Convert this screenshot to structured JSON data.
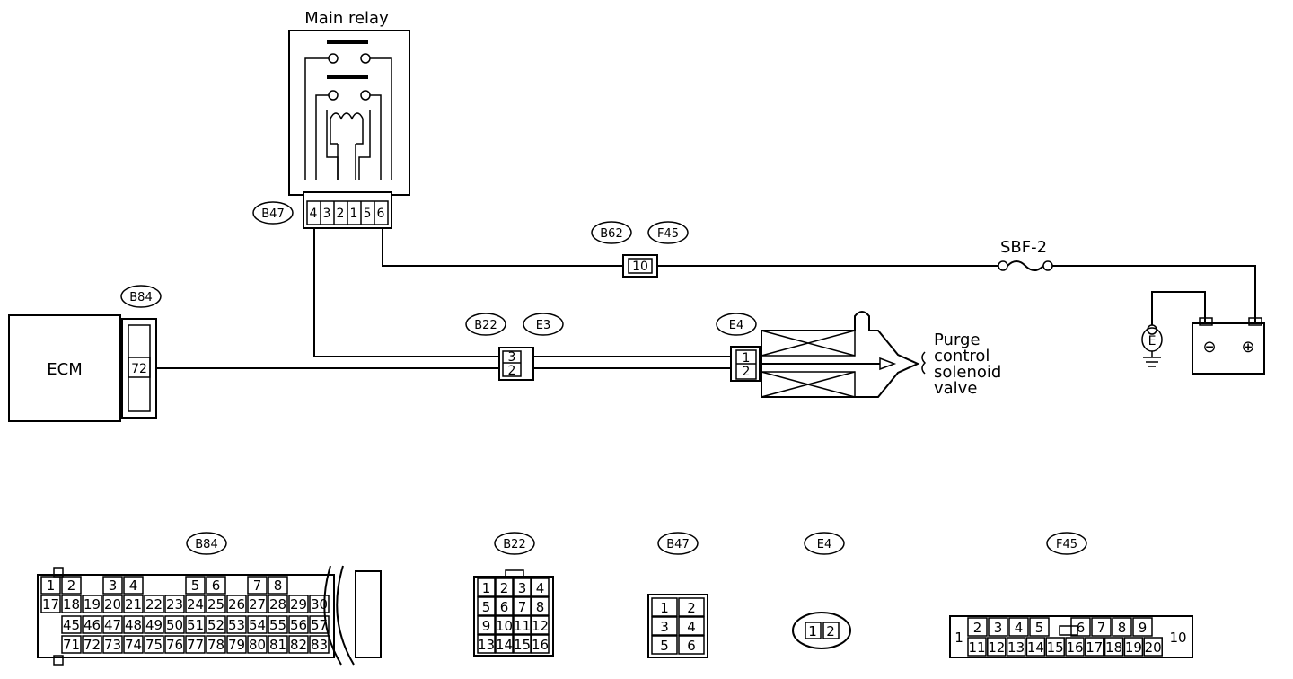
{
  "main_relay": {
    "title": "Main relay",
    "tag": "B47",
    "pins": [
      "4",
      "3",
      "2",
      "1",
      "5",
      "6"
    ]
  },
  "ecm": {
    "label": "ECM",
    "tag": "B84",
    "pin": "72"
  },
  "b62f45": {
    "tag_left": "B62",
    "tag_right": "F45",
    "pin": "10"
  },
  "fuse": {
    "label": "SBF-2"
  },
  "b22e3": {
    "tag_left": "B22",
    "tag_right": "E3",
    "pins": [
      "3",
      "2"
    ]
  },
  "solenoid": {
    "tag": "E4",
    "pins": [
      "1",
      "2"
    ],
    "label_lines": [
      "Purge",
      "control",
      "solenoid",
      "valve"
    ]
  },
  "ground": {
    "label": "E"
  },
  "battery": {
    "neg": "⊖",
    "pos": "⊕"
  },
  "connectors": {
    "b84": {
      "tag": "B84",
      "row1": [
        "1",
        "2",
        "",
        "3",
        "4",
        "",
        "",
        "5",
        "6",
        "",
        "7",
        "8"
      ],
      "row2": [
        "17",
        "18",
        "19",
        "20",
        "21",
        "22",
        "23",
        "24",
        "25",
        "26",
        "27",
        "28",
        "29",
        "30"
      ],
      "row3": [
        "45",
        "46",
        "47",
        "48",
        "49",
        "50",
        "51",
        "52",
        "53",
        "54",
        "55",
        "56",
        "57"
      ],
      "row4": [
        "71",
        "72",
        "73",
        "74",
        "75",
        "76",
        "77",
        "78",
        "79",
        "80",
        "81",
        "82",
        "83"
      ]
    },
    "b22": {
      "tag": "B22",
      "rows": [
        [
          "1",
          "2",
          "3",
          "4"
        ],
        [
          "5",
          "6",
          "7",
          "8"
        ],
        [
          "9",
          "10",
          "11",
          "12"
        ],
        [
          "13",
          "14",
          "15",
          "16"
        ]
      ]
    },
    "b47": {
      "tag": "B47",
      "rows": [
        [
          "1",
          "2"
        ],
        [
          "3",
          "4"
        ],
        [
          "5",
          "6"
        ]
      ]
    },
    "e4": {
      "tag": "E4",
      "cells": [
        "1",
        "2"
      ]
    },
    "f45": {
      "tag": "F45",
      "top": [
        "2",
        "3",
        "4",
        "5",
        "",
        "6",
        "7",
        "8",
        "9"
      ],
      "bottom": [
        "11",
        "12",
        "13",
        "14",
        "15",
        "16",
        "17",
        "18",
        "19",
        "20"
      ],
      "left": "1",
      "right": "10"
    }
  }
}
